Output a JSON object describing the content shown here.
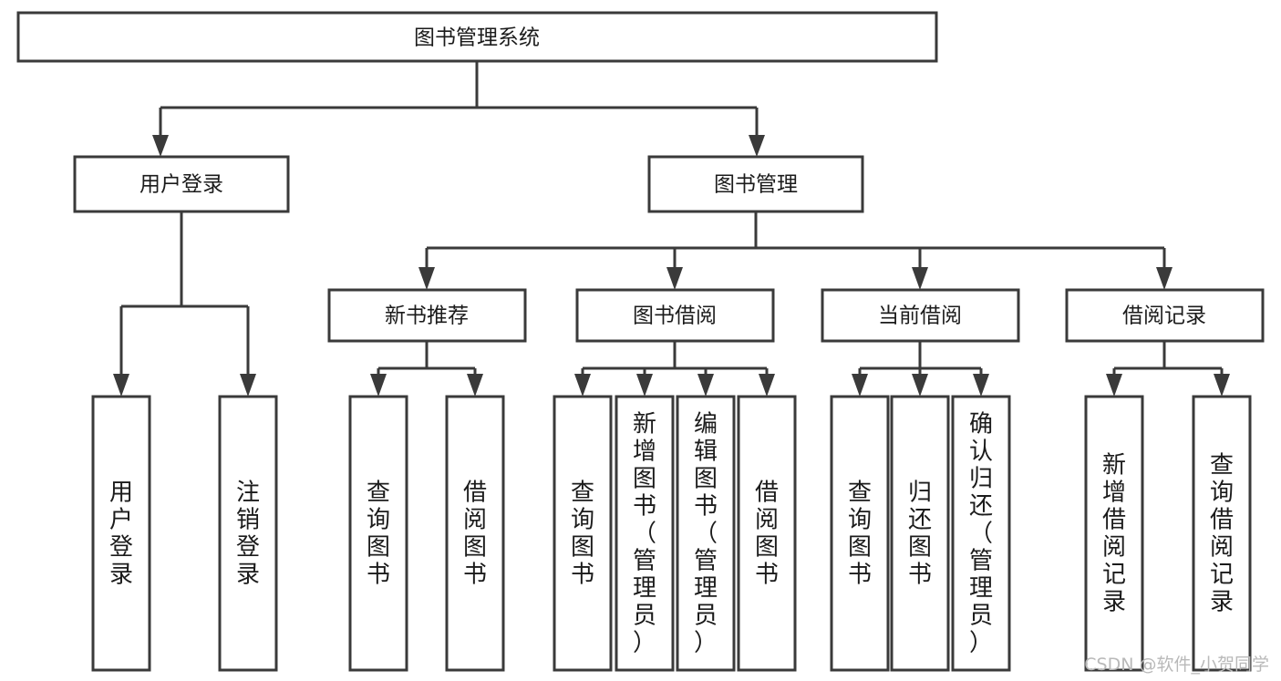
{
  "diagram": {
    "title": "图书管理系统",
    "root": {
      "id": "root",
      "label": "图书管理系统",
      "orientation": "horizontal"
    },
    "level2": [
      {
        "id": "user-login",
        "label": "用户登录",
        "orientation": "horizontal"
      },
      {
        "id": "book-management",
        "label": "图书管理",
        "orientation": "horizontal"
      }
    ],
    "level3": [
      {
        "id": "new-book-recommend",
        "label": "新书推荐",
        "orientation": "horizontal",
        "parent": "book-management"
      },
      {
        "id": "book-borrow",
        "label": "图书借阅",
        "orientation": "horizontal",
        "parent": "book-management"
      },
      {
        "id": "current-borrow",
        "label": "当前借阅",
        "orientation": "horizontal",
        "parent": "book-management"
      },
      {
        "id": "borrow-record",
        "label": "借阅记录",
        "orientation": "horizontal",
        "parent": "book-management"
      }
    ],
    "leaves": [
      {
        "id": "leaf-user-login",
        "label": "用户登录",
        "orientation": "vertical",
        "parent": "user-login"
      },
      {
        "id": "leaf-user-logout",
        "label": "注销登录",
        "orientation": "vertical",
        "parent": "user-login"
      },
      {
        "id": "leaf-query-book-1",
        "label": "查询图书",
        "orientation": "vertical",
        "parent": "new-book-recommend"
      },
      {
        "id": "leaf-borrow-book-1",
        "label": "借阅图书",
        "orientation": "vertical",
        "parent": "new-book-recommend"
      },
      {
        "id": "leaf-query-book-2",
        "label": "查询图书",
        "orientation": "vertical",
        "parent": "book-borrow"
      },
      {
        "id": "leaf-add-book",
        "label": "新增图书（管理员）",
        "orientation": "vertical",
        "parent": "book-borrow"
      },
      {
        "id": "leaf-edit-book",
        "label": "编辑图书（管理员）",
        "orientation": "vertical",
        "parent": "book-borrow"
      },
      {
        "id": "leaf-borrow-book-2",
        "label": "借阅图书",
        "orientation": "vertical",
        "parent": "book-borrow"
      },
      {
        "id": "leaf-query-book-3",
        "label": "查询图书",
        "orientation": "vertical",
        "parent": "current-borrow"
      },
      {
        "id": "leaf-return-book",
        "label": "归还图书",
        "orientation": "vertical",
        "parent": "current-borrow"
      },
      {
        "id": "leaf-confirm-return",
        "label": "确认归还（管理员）",
        "orientation": "vertical",
        "parent": "current-borrow"
      },
      {
        "id": "leaf-add-record",
        "label": "新增借阅记录",
        "orientation": "vertical",
        "parent": "borrow-record"
      },
      {
        "id": "leaf-query-record",
        "label": "查询借阅记录",
        "orientation": "vertical",
        "parent": "borrow-record"
      }
    ],
    "watermark": "CSDN @软件_小贺同学",
    "colors": {
      "box_stroke": "#3a3a3a",
      "box_fill": "#ffffff",
      "text": "#1b1b1b",
      "watermark": "#b9b9b9",
      "background": "#ffffff"
    }
  }
}
